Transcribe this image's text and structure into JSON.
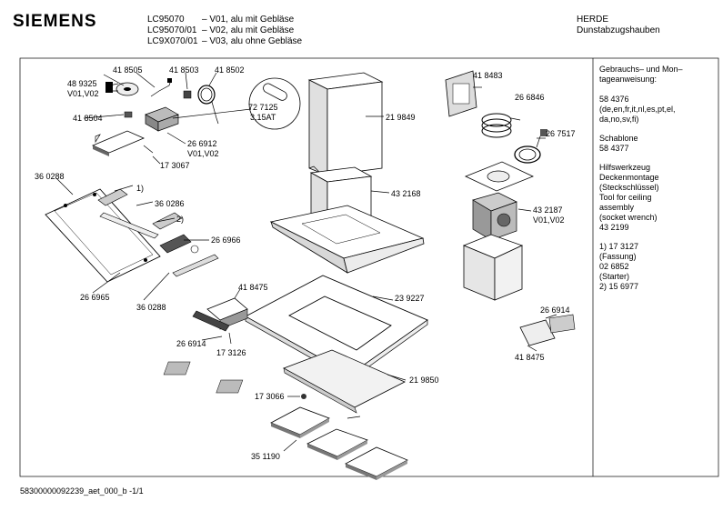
{
  "header": {
    "brand": "SIEMENS",
    "models": [
      {
        "code": "LC95070",
        "desc": "– V01, alu mit Gebläse"
      },
      {
        "code": "LC95070/01",
        "desc": "– V02, alu mit Gebläse"
      },
      {
        "code": "LC9X070/01",
        "desc": "– V03, alu ohne Gebläse"
      }
    ],
    "category": "HERDE",
    "subcategory": "Dunstabzugshauben"
  },
  "parts": {
    "p418505": "41 8505",
    "p418503": "41 8503",
    "p418502": "41 8502",
    "p489325": "48 9325",
    "p489325v": "V01,V02",
    "p418504": "41 8504",
    "p727125": "72 7125",
    "p727125b": "3,15AT",
    "p266912": "26 6912",
    "p266912v": "V01,V02",
    "p173067": "17 3067",
    "p360288a": "36 0288",
    "fn1": "1)",
    "p360286": "36 0286",
    "fn2": "2)",
    "p266966": "26 6966",
    "p266965": "26 6965",
    "p360288b": "36 0288",
    "p219849": "21 9849",
    "p432168": "43 2168",
    "p418483": "41 8483",
    "p266846": "26 6846",
    "p267517": "26 7517",
    "p432187": "43 2187",
    "p432187v": "V01,V02",
    "p418475a": "41 8475",
    "p266914a": "26 6914",
    "p173126": "17 3126",
    "p239227": "23 9227",
    "p266914b": "26 6914",
    "p418475b": "41 8475",
    "p219850": "21 9850",
    "p173066": "17 3066",
    "p351190": "35 1190"
  },
  "sidebar": {
    "manual": "Gebrauchs– und Mon–\ntageanweisung:\n\n58 4376\n(de,en,fr,it,nl,es,pt,el,\nda,no,sv,fi)",
    "template": "Schablone\n58 4377",
    "tool": "Hilfswerkzeug\nDeckenmontage\n(Steckschlüssel)\nTool for ceiling\nassembly\n(socket wrench)\n43 2199",
    "notes": "1)  17 3127\n     (Fassung)\n     02 6852\n     (Starter)\n2)  15 6977"
  },
  "footer": {
    "docid": "58300000092239_aet_000_b  -1/1"
  }
}
